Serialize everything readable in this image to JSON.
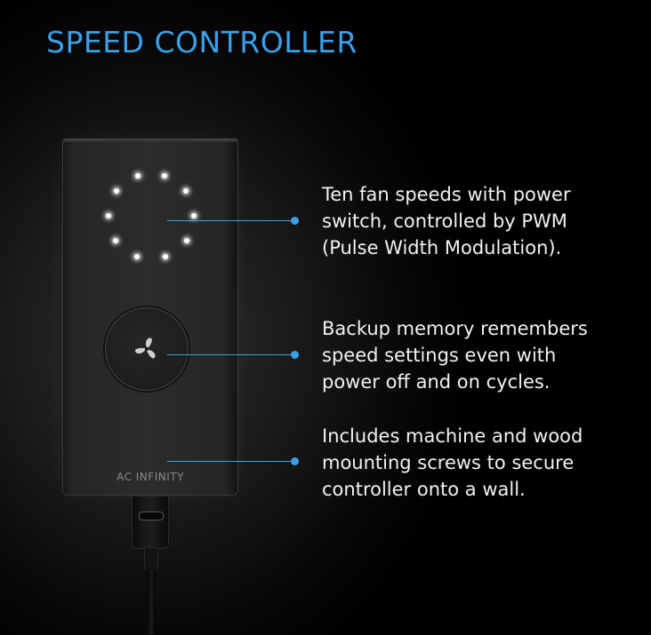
{
  "title": "SPEED CONTROLLER",
  "accent_color": "#3aa0e8",
  "device": {
    "brand_label": "AC INFINITY",
    "led_count": 10,
    "button_icon": "fan-icon"
  },
  "features": [
    {
      "lines": [
        "Ten fan speeds with power",
        "switch, controlled by PWM",
        "(Pulse Width Modulation)."
      ]
    },
    {
      "lines": [
        "Backup memory remembers",
        "speed settings even with",
        "power off and on cycles."
      ]
    },
    {
      "lines": [
        "Includes machine and wood",
        "mounting screws to secure",
        "controller onto a wall."
      ]
    }
  ]
}
